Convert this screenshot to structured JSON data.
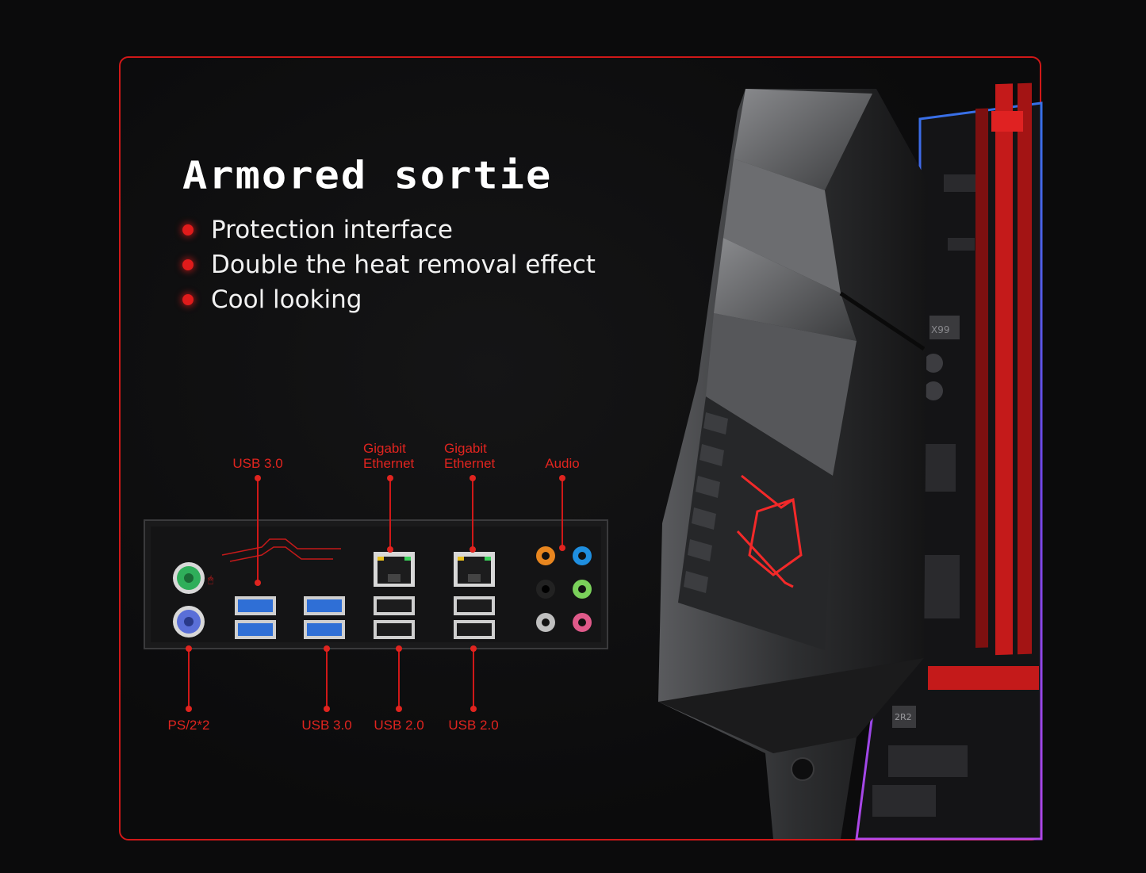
{
  "heading": "Armored sortie",
  "features": [
    "Protection interface",
    "Double the heat removal effect",
    "Cool looking"
  ],
  "port_labels": {
    "usb30_top": "USB 3.0",
    "gigabit_ethernet_1": [
      "Gigabit",
      "Ethernet"
    ],
    "gigabit_ethernet_2": [
      "Gigabit",
      "Ethernet"
    ],
    "audio": "Audio",
    "ps2": "PS/2*2",
    "usb30_bottom": "USB 3.0",
    "usb20_1": "USB 2.0",
    "usb20_2": "USB 2.0"
  },
  "board_markings": {
    "chipset": "X99",
    "chip2": "2R2"
  },
  "colors": {
    "accent_red": "#e0241f",
    "frame_red": "#d01818",
    "usb3_blue": "#2f6fd6",
    "ps2_green": "#2fae5a",
    "ps2_purple": "#5a6fd8",
    "audio_orange": "#e8861f",
    "audio_blue": "#1f8fe0",
    "audio_green": "#7ad05a",
    "audio_pink": "#e05a8a",
    "audio_gray": "#bfbfbf"
  }
}
